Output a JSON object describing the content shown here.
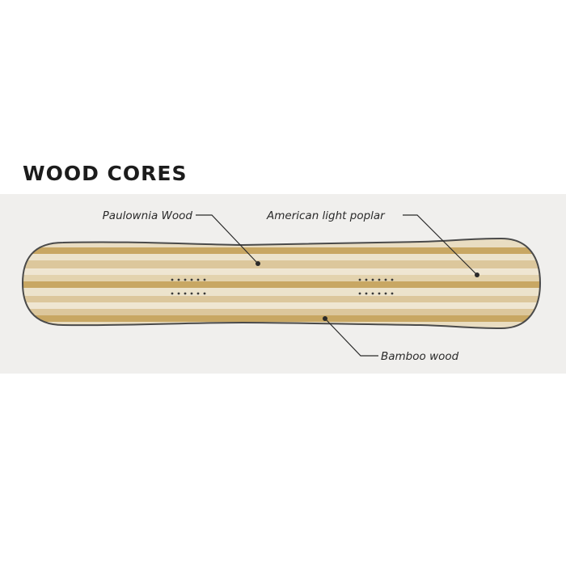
{
  "title": "WOOD CORES",
  "labels": {
    "paulownia": "Paulownia Wood",
    "poplar": "American light poplar",
    "bamboo": "Bamboo wood"
  },
  "colors": {
    "panel": "#f0efed",
    "board_light": "#e8dcc0",
    "board_mid": "#dccba0",
    "stripe_dark": "#c9a864",
    "outline": "#4a4a4a"
  }
}
